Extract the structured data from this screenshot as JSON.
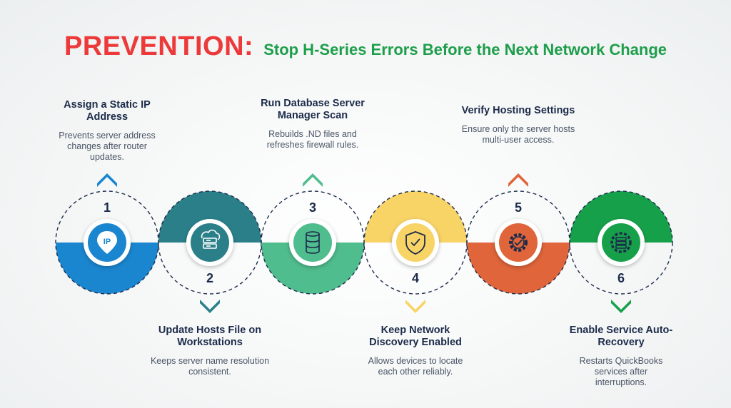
{
  "title": {
    "main": "PREVENTION:",
    "sub": "Stop H-Series Errors Before the Next Network Change"
  },
  "colors": {
    "title_main": "#ec3a3a",
    "title_sub": "#1d9e4a",
    "text_dark": "#1c2b4a"
  },
  "steps": [
    {
      "number": "1",
      "title": "Assign a Static IP Address",
      "description": "Prevents server address changes after router updates.",
      "color": "#1a86cf",
      "icon": "ip-location-pin-icon",
      "icon_text": "IP",
      "half": "bottom"
    },
    {
      "number": "2",
      "title": "Update Hosts File on Workstations",
      "description": "Keeps server name resolution consistent.",
      "color": "#2a7f89",
      "icon": "cloud-server-icon",
      "icon_text": "",
      "half": "top"
    },
    {
      "number": "3",
      "title": "Run Database Server Manager Scan",
      "description": "Rebuilds .ND files and refreshes firewall rules.",
      "color": "#50bd8e",
      "icon": "database-icon",
      "icon_text": "",
      "half": "bottom"
    },
    {
      "number": "4",
      "title": "Keep Network Discovery Enabled",
      "description": "Allows devices to locate each other reliably.",
      "color": "#f8d366",
      "icon": "shield-check-icon",
      "icon_text": "",
      "half": "top"
    },
    {
      "number": "5",
      "title": "Verify Hosting Settings",
      "description": "Ensure only the server hosts multi-user access.",
      "color": "#e0653a",
      "icon": "gear-check-icon",
      "icon_text": "",
      "half": "bottom"
    },
    {
      "number": "6",
      "title": "Enable Service Auto-Recovery",
      "description": "Restarts QuickBooks services after interruptions.",
      "color": "#17a04a",
      "icon": "gear-server-icon",
      "icon_text": "",
      "half": "top"
    }
  ]
}
